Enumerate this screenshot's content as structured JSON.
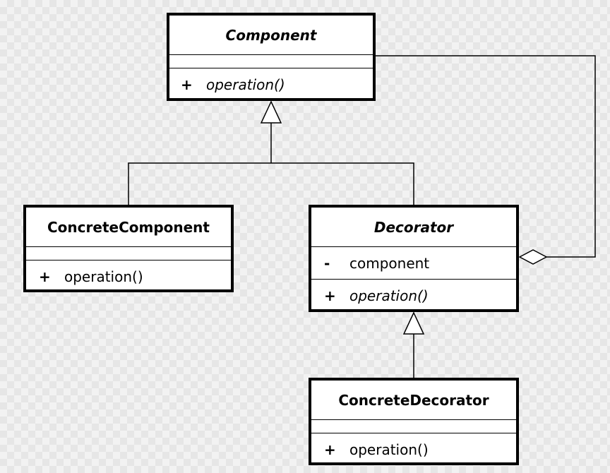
{
  "classes": {
    "component": {
      "name": "Component",
      "attributes": [],
      "operations": [
        {
          "visibility": "+",
          "name": "operation()"
        }
      ]
    },
    "concrete_component": {
      "name": "ConcreteComponent",
      "attributes": [],
      "operations": [
        {
          "visibility": "+",
          "name": "operation()"
        }
      ]
    },
    "decorator": {
      "name": "Decorator",
      "attributes": [
        {
          "visibility": "-",
          "name": "component"
        }
      ],
      "operations": [
        {
          "visibility": "+",
          "name": "operation()"
        }
      ]
    },
    "concrete_decorator": {
      "name": "ConcreteDecorator",
      "attributes": [],
      "operations": [
        {
          "visibility": "+",
          "name": "operation()"
        }
      ]
    }
  },
  "relations": [
    {
      "type": "generalization",
      "from": "ConcreteComponent",
      "to": "Component"
    },
    {
      "type": "generalization",
      "from": "Decorator",
      "to": "Component"
    },
    {
      "type": "generalization",
      "from": "ConcreteDecorator",
      "to": "Decorator"
    },
    {
      "type": "aggregation",
      "from": "Decorator",
      "to": "Component"
    }
  ],
  "colors": {
    "line": "#000000",
    "box_fill": "#ffffff"
  }
}
